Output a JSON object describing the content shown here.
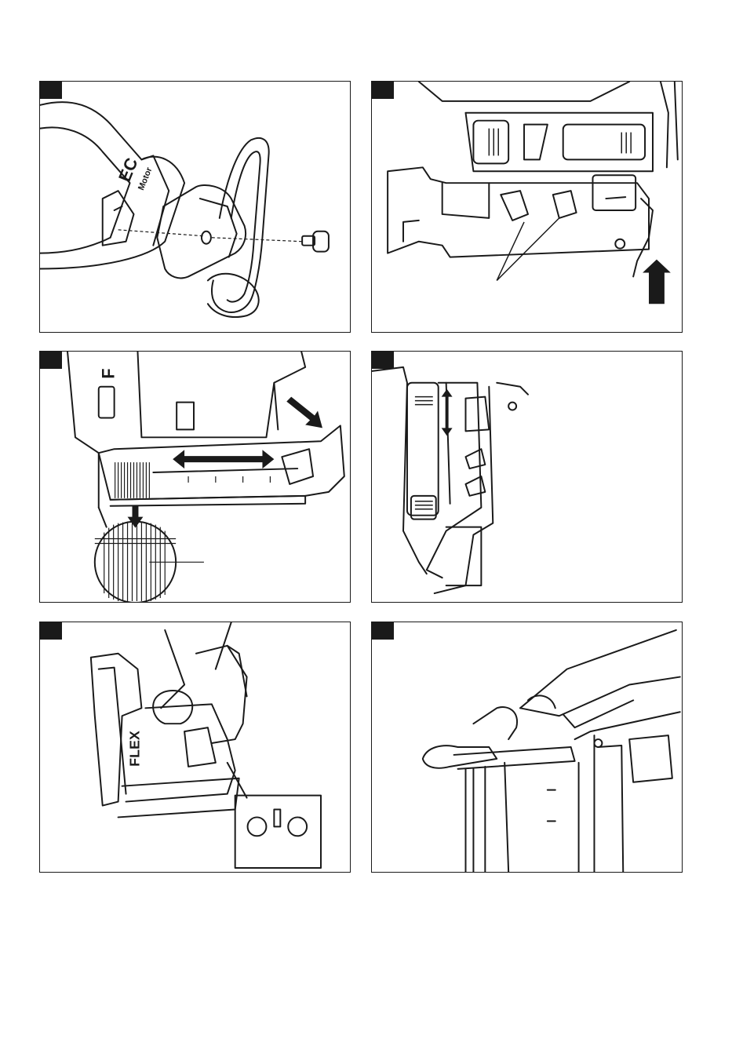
{
  "panels": [
    {
      "id": "p1",
      "labels": {
        "line1": "EC",
        "line2": "Motor"
      }
    },
    {
      "id": "p2"
    },
    {
      "id": "p3",
      "labels": {
        "brand": "F"
      }
    },
    {
      "id": "p4"
    },
    {
      "id": "p5",
      "labels": {
        "brand": "FLEX"
      }
    },
    {
      "id": "p6"
    }
  ],
  "colors": {
    "ink": "#1a1a1a",
    "paper": "#ffffff"
  }
}
